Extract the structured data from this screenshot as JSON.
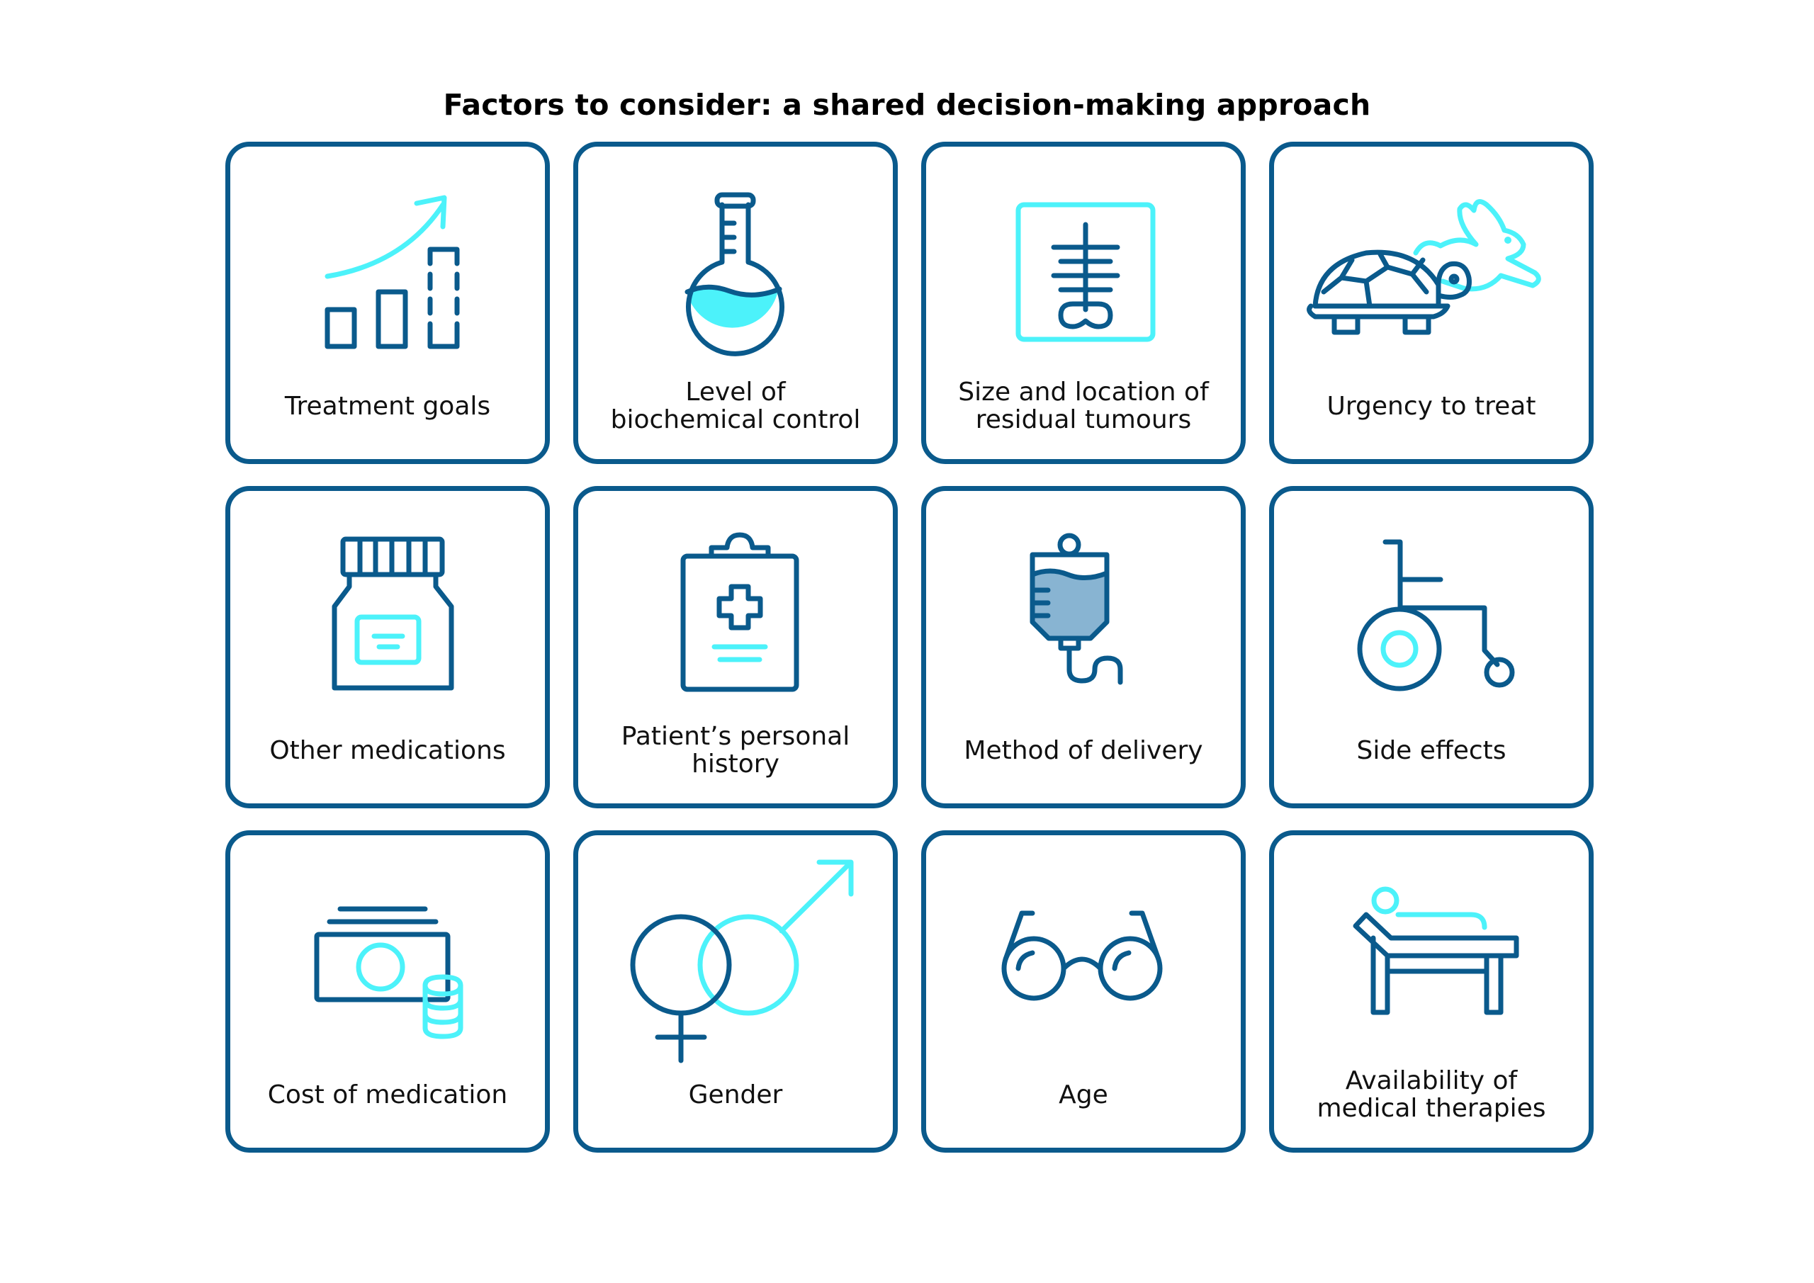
{
  "title": "Factors to consider: a shared decision-making approach",
  "cards": [
    {
      "label": "Treatment goals",
      "icon": "growth-chart-icon"
    },
    {
      "label": "Level of\nbiochemical control",
      "icon": "flask-icon"
    },
    {
      "label": "Size and location of\nresidual tumours",
      "icon": "xray-icon"
    },
    {
      "label": "Urgency to treat",
      "icon": "tortoise-hare-icon"
    },
    {
      "label": "Other medications",
      "icon": "pill-bottle-icon"
    },
    {
      "label": "Patient’s personal\nhistory",
      "icon": "clipboard-icon"
    },
    {
      "label": "Method of delivery",
      "icon": "iv-drip-icon"
    },
    {
      "label": "Side effects",
      "icon": "wheelchair-icon"
    },
    {
      "label": "Cost of medication",
      "icon": "money-icon"
    },
    {
      "label": "Gender",
      "icon": "gender-icon"
    },
    {
      "label": "Age",
      "icon": "glasses-icon"
    },
    {
      "label": "Availability of\nmedical therapies",
      "icon": "patient-bed-icon"
    }
  ],
  "colors": {
    "dark_blue": "#0a5a8c",
    "cyan": "#4cf2fa",
    "light_blue": "#88b4d2"
  }
}
